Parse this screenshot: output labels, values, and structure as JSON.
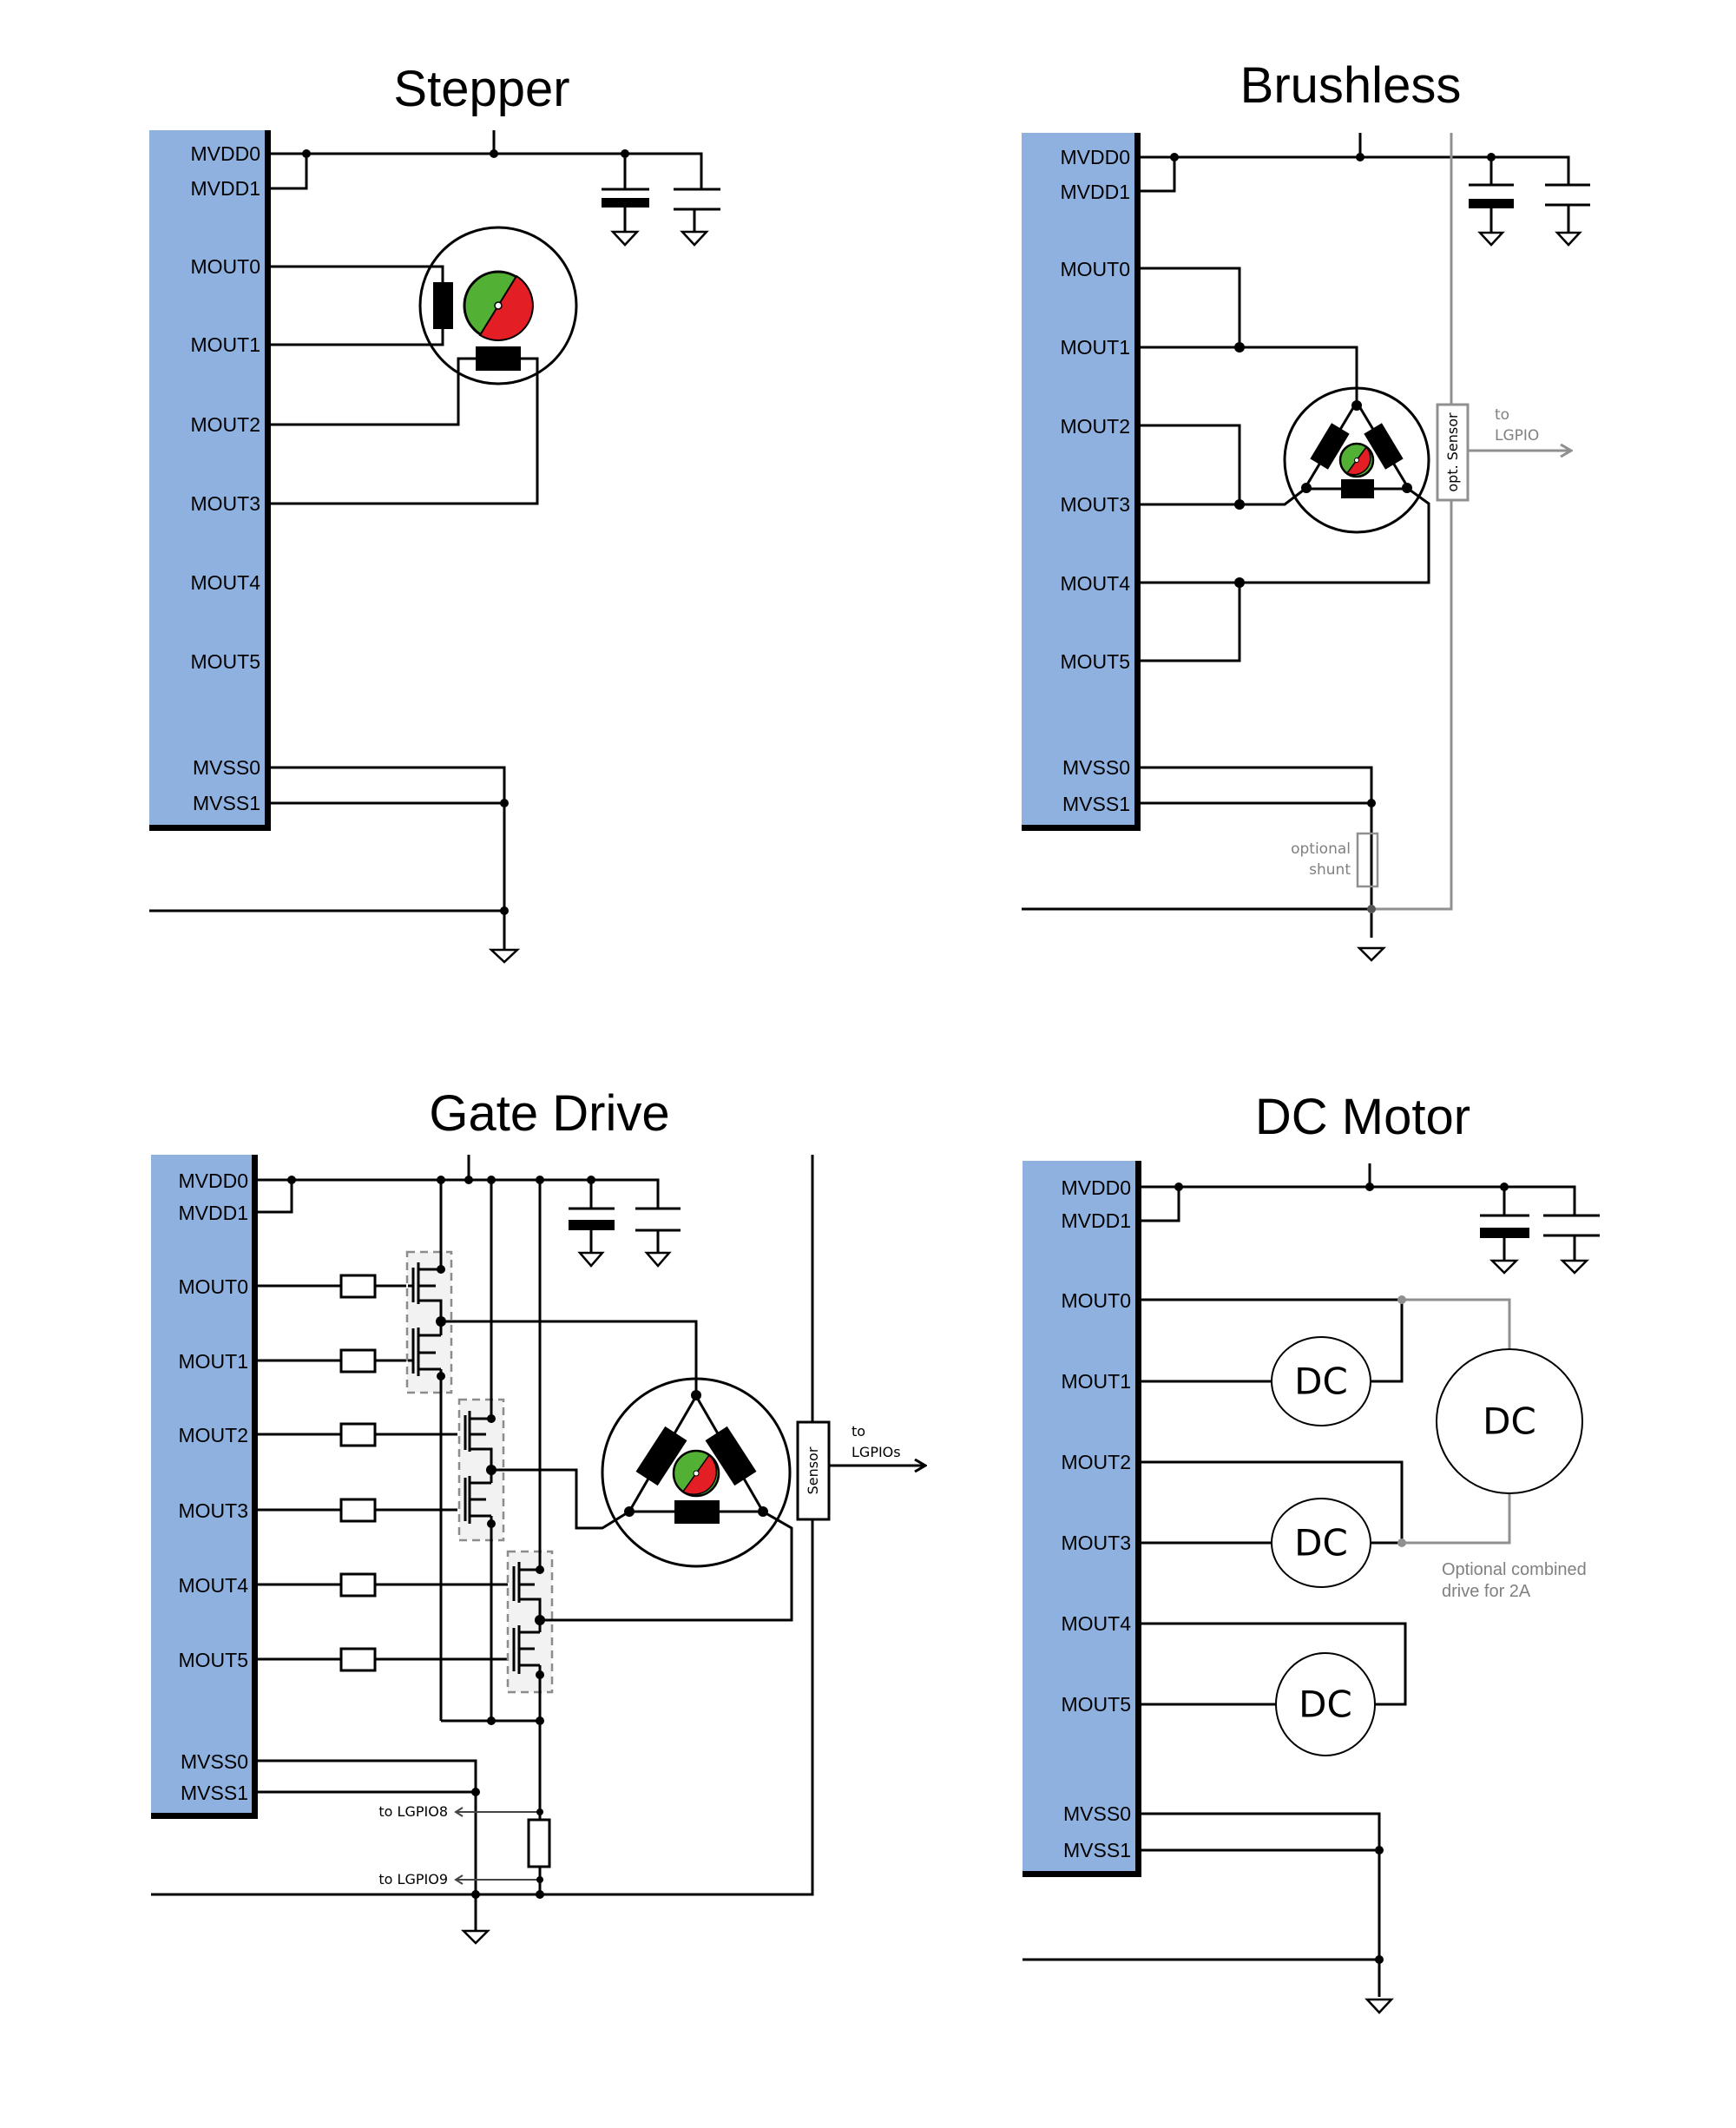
{
  "figure": {
    "panels": [
      {
        "id": "stepper",
        "title": "Stepper",
        "pins": [
          "MVDD0",
          "MVDD1",
          "MOUT0",
          "MOUT1",
          "MOUT2",
          "MOUT3",
          "MOUT4",
          "MOUT5",
          "MVSS0",
          "MVSS1"
        ]
      },
      {
        "id": "brushless",
        "title": "Brushless",
        "pins": [
          "MVDD0",
          "MVDD1",
          "MOUT0",
          "MOUT1",
          "MOUT2",
          "MOUT3",
          "MOUT4",
          "MOUT5",
          "MVSS0",
          "MVSS1"
        ],
        "sensor_label": "opt. Sensor",
        "sensor_out_line1": "to",
        "sensor_out_line2": "LGPIO",
        "shunt_line1": "optional",
        "shunt_line2": "shunt"
      },
      {
        "id": "gate_drive",
        "title": "Gate Drive",
        "pins": [
          "MVDD0",
          "MVDD1",
          "MOUT0",
          "MOUT1",
          "MOUT2",
          "MOUT3",
          "MOUT4",
          "MOUT5",
          "MVSS0",
          "MVSS1"
        ],
        "sensor_label": "Sensor",
        "sensor_out_line1": "to",
        "sensor_out_line2": "LGPIOs",
        "sense_top": "to LGPIO8",
        "sense_bottom": "to LGPIO9"
      },
      {
        "id": "dc_motor",
        "title": "DC Motor",
        "pins": [
          "MVDD0",
          "MVDD1",
          "MOUT0",
          "MOUT1",
          "MOUT2",
          "MOUT3",
          "MOUT4",
          "MOUT5",
          "MVSS0",
          "MVSS1"
        ],
        "motor_label": "DC",
        "combined_note_line1": "Optional combined",
        "combined_note_line2": "drive for 2A"
      }
    ],
    "colors": {
      "chip_fill": "#8eb1e0",
      "rotor_north": "#52b034",
      "rotor_south": "#e31e24",
      "optional_wire": "#909090"
    }
  }
}
